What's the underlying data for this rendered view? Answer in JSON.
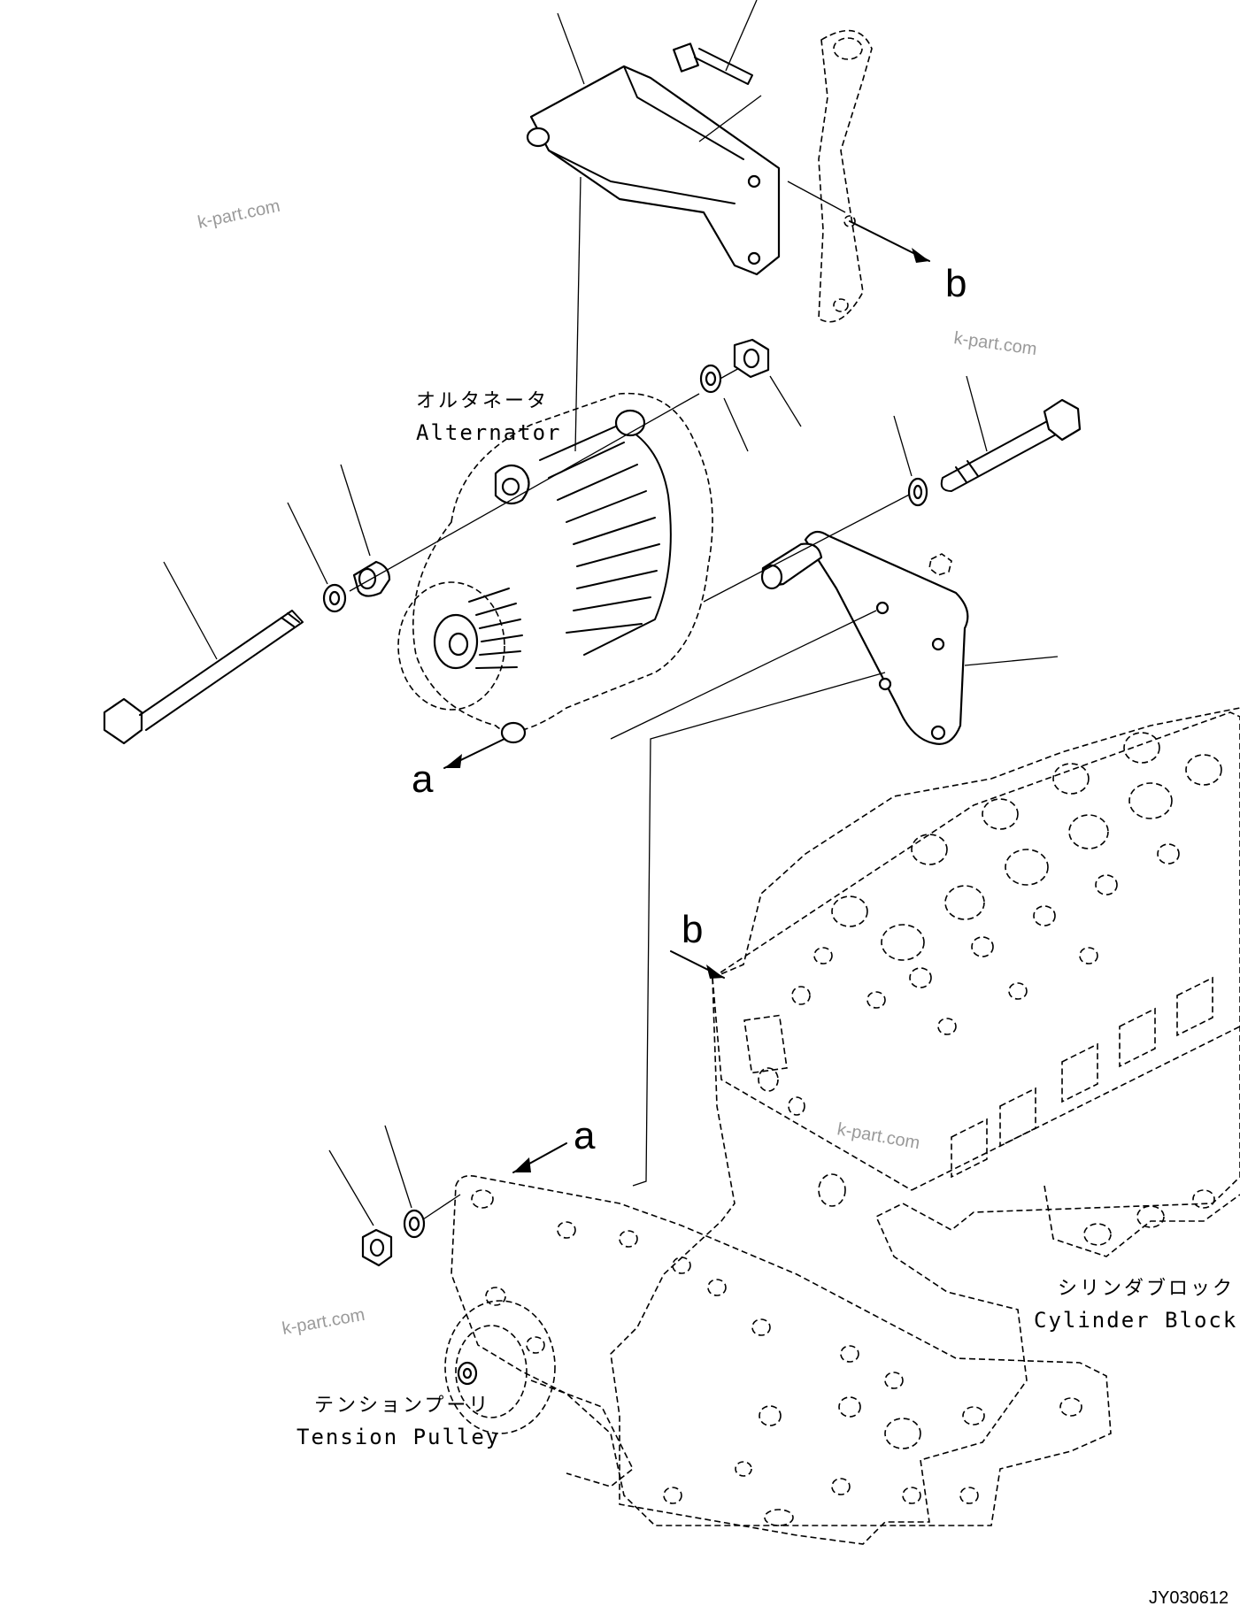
{
  "labels": {
    "alternator_jp": "オルタネータ",
    "alternator_en": "Alternator",
    "cylinder_block_jp": "シリンダブロック",
    "cylinder_block_en": "Cylinder Block",
    "tension_pulley_jp": "テンションプーリ",
    "tension_pulley_en": "Tension Pulley"
  },
  "refs": {
    "a_top": "a",
    "a_bottom": "a",
    "b_top": "b",
    "b_bottom": "b"
  },
  "watermarks": [
    "k-part.com",
    "k-part.com",
    "k-part.com",
    "k-part.com"
  ],
  "drawing_code": "JY030612"
}
